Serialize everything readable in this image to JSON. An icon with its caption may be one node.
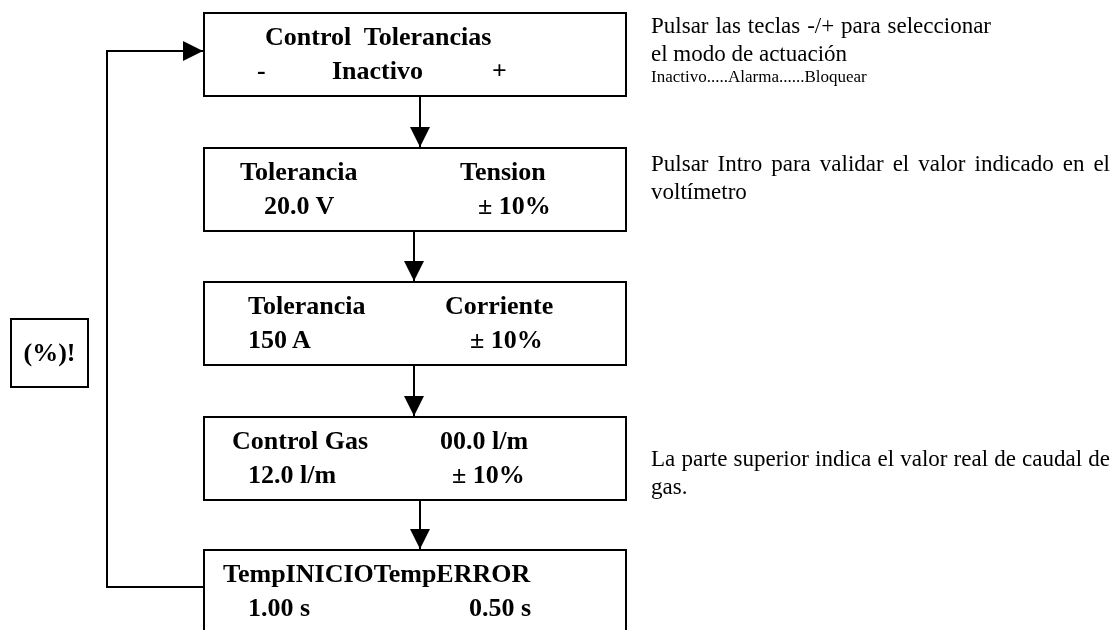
{
  "diagram": {
    "nodes": [
      {
        "text": [
          "Control  Tolerancias",
          "-",
          "Inactivo",
          "+"
        ]
      },
      {
        "text": [
          "Tolerancia",
          "Tension",
          "20.0 V",
          "± 10%"
        ]
      },
      {
        "text": [
          "Tolerancia",
          "Corriente",
          "150 A",
          "± 10%"
        ]
      },
      {
        "text": [
          "Control Gas",
          "00.0 l/m",
          "12.0 l/m",
          "± 10%"
        ]
      },
      {
        "text": [
          "TempINICIOTempERROR",
          "1.00 s",
          "0.50 s"
        ]
      },
      {
        "text": [
          "(%)!"
        ]
      }
    ],
    "edges": [
      {
        "from": 0,
        "to": 1,
        "arrow": "to"
      },
      {
        "from": 1,
        "to": 2,
        "arrow": "to"
      },
      {
        "from": 2,
        "to": 3,
        "arrow": "to"
      },
      {
        "from": 3,
        "to": 4,
        "arrow": "to"
      },
      {
        "from": 4,
        "to": 0,
        "arrow": "to"
      }
    ],
    "labels": [
      "Pulsar las teclas -/+ para seleccionar el modo de actuación",
      "Inactivo.....Alarma......Bloquear",
      "Pulsar Intro para validar el valor indicado en el voltímetro",
      "La parte superior indica el valor real de caudal de gas."
    ]
  }
}
